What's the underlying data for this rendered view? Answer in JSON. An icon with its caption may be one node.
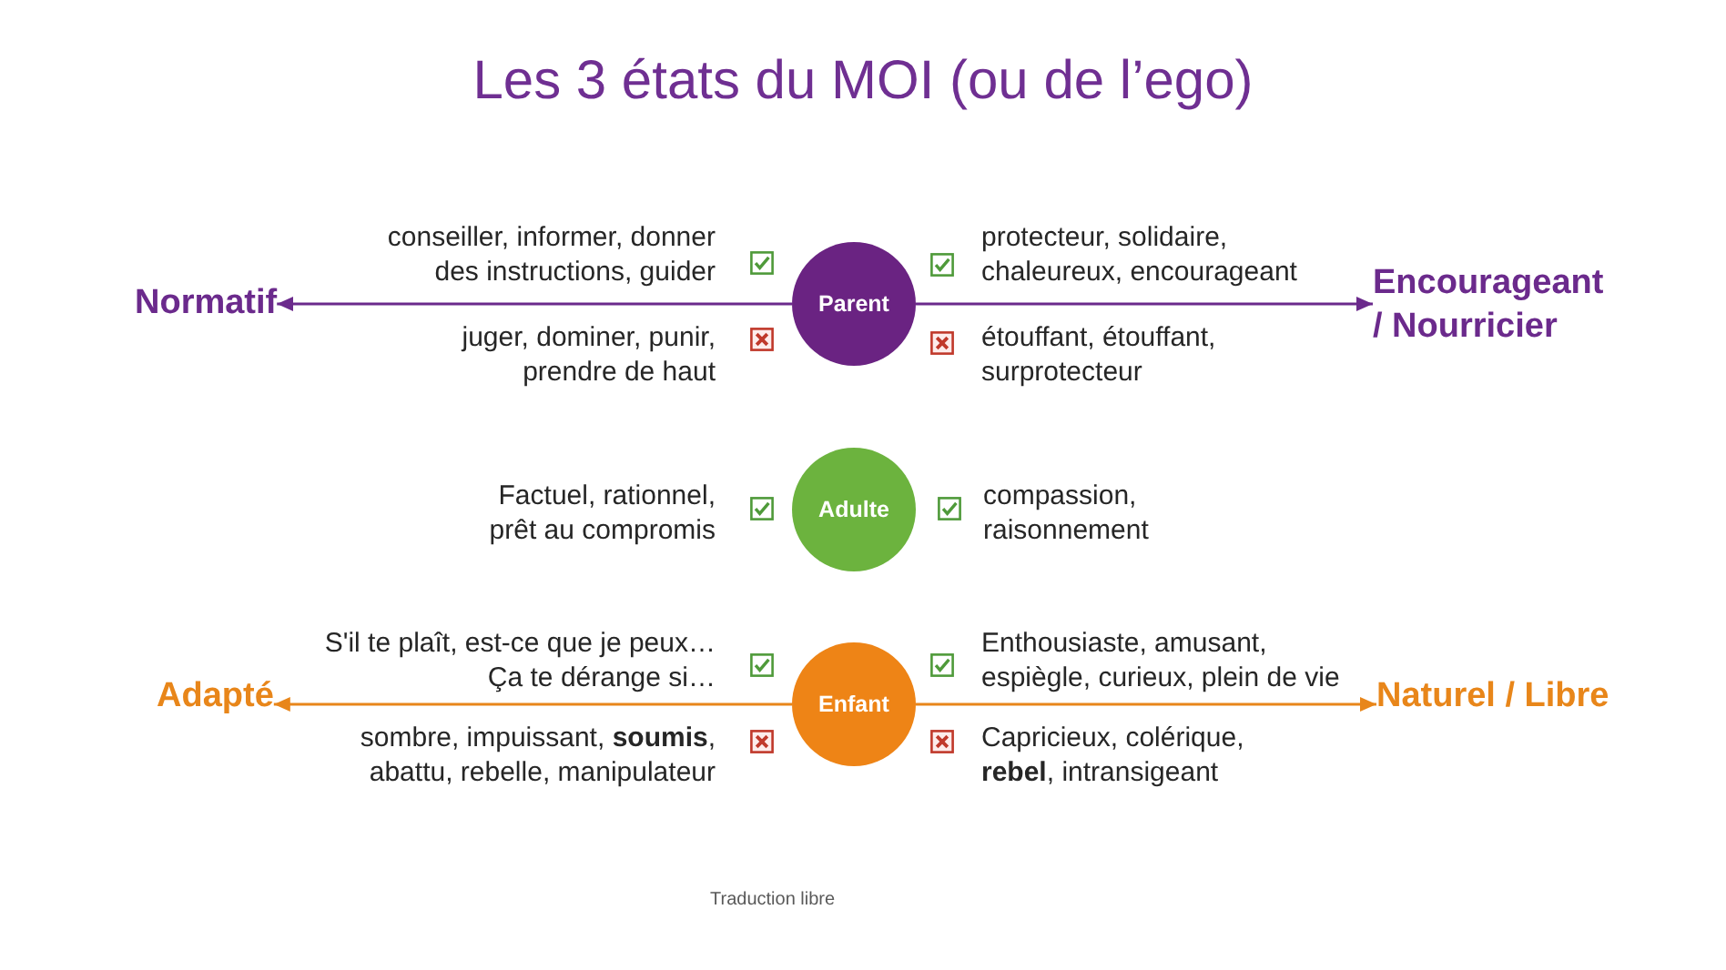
{
  "diagram": {
    "title": "Les 3 états du MOI (ou de l’ego)",
    "caption": "Traduction libre",
    "nodes": [
      {
        "text": [
          "Normatif"
        ]
      },
      {
        "text": [
          "Parent"
        ]
      },
      {
        "text": [
          "Encourageant / Nourricier"
        ]
      },
      {
        "text": [
          "Adulte"
        ]
      },
      {
        "text": [
          "Adapté"
        ]
      },
      {
        "text": [
          "Enfant"
        ]
      },
      {
        "text": [
          "Naturel / Libre"
        ]
      }
    ],
    "edges": [
      {
        "from": 1,
        "to": 0,
        "arrow": "to",
        "color": "#6b2a8c"
      },
      {
        "from": 1,
        "to": 2,
        "arrow": "to",
        "color": "#6b2a8c"
      },
      {
        "from": 5,
        "to": 4,
        "arrow": "to",
        "color": "#e8861a"
      },
      {
        "from": 5,
        "to": 6,
        "arrow": "to",
        "color": "#e8861a"
      }
    ],
    "labels": [
      "conseiller, informer, donner des instructions, guider",
      "protecteur, solidaire, chaleureux, encourageant",
      "juger, dominer, punir, prendre de haut",
      "étouffant, étouffant, surprotecteur",
      "Factuel, rationnel, prêt au compromis",
      "compassion, raisonnement",
      "S'il te plaît, est-ce que je peux… Ça te dérange si…",
      "Enthousiaste, amusant, espiègle, curieux, plein de vie",
      "sombre, impuissant, **soumis**, abattu, rebelle, manipulateur",
      "Capricieux, colérique, **rebel**, intransigeant"
    ]
  }
}
